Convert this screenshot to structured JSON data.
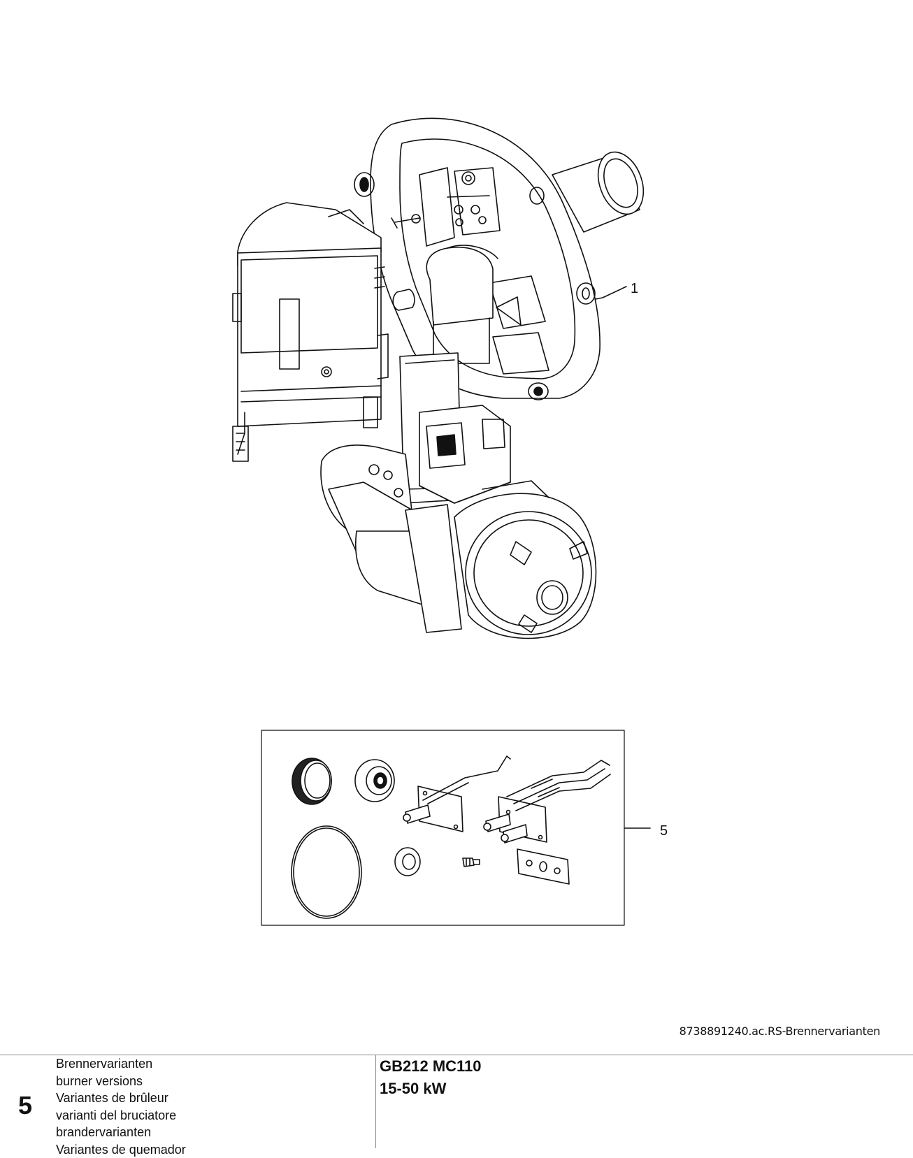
{
  "callouts": {
    "main_assembly": "1",
    "service_kit": "5"
  },
  "drawing_reference": "8738891240.ac.RS-Brennervarianten",
  "footer": {
    "section_number": "5",
    "titles": [
      "Brennervarianten",
      "burner versions",
      "Variantes de brûleur",
      "varianti del bruciatore",
      "brandervarianten",
      "Variantes de quemador"
    ],
    "model": "GB212 MC110",
    "power_range": "15-50 kW"
  }
}
